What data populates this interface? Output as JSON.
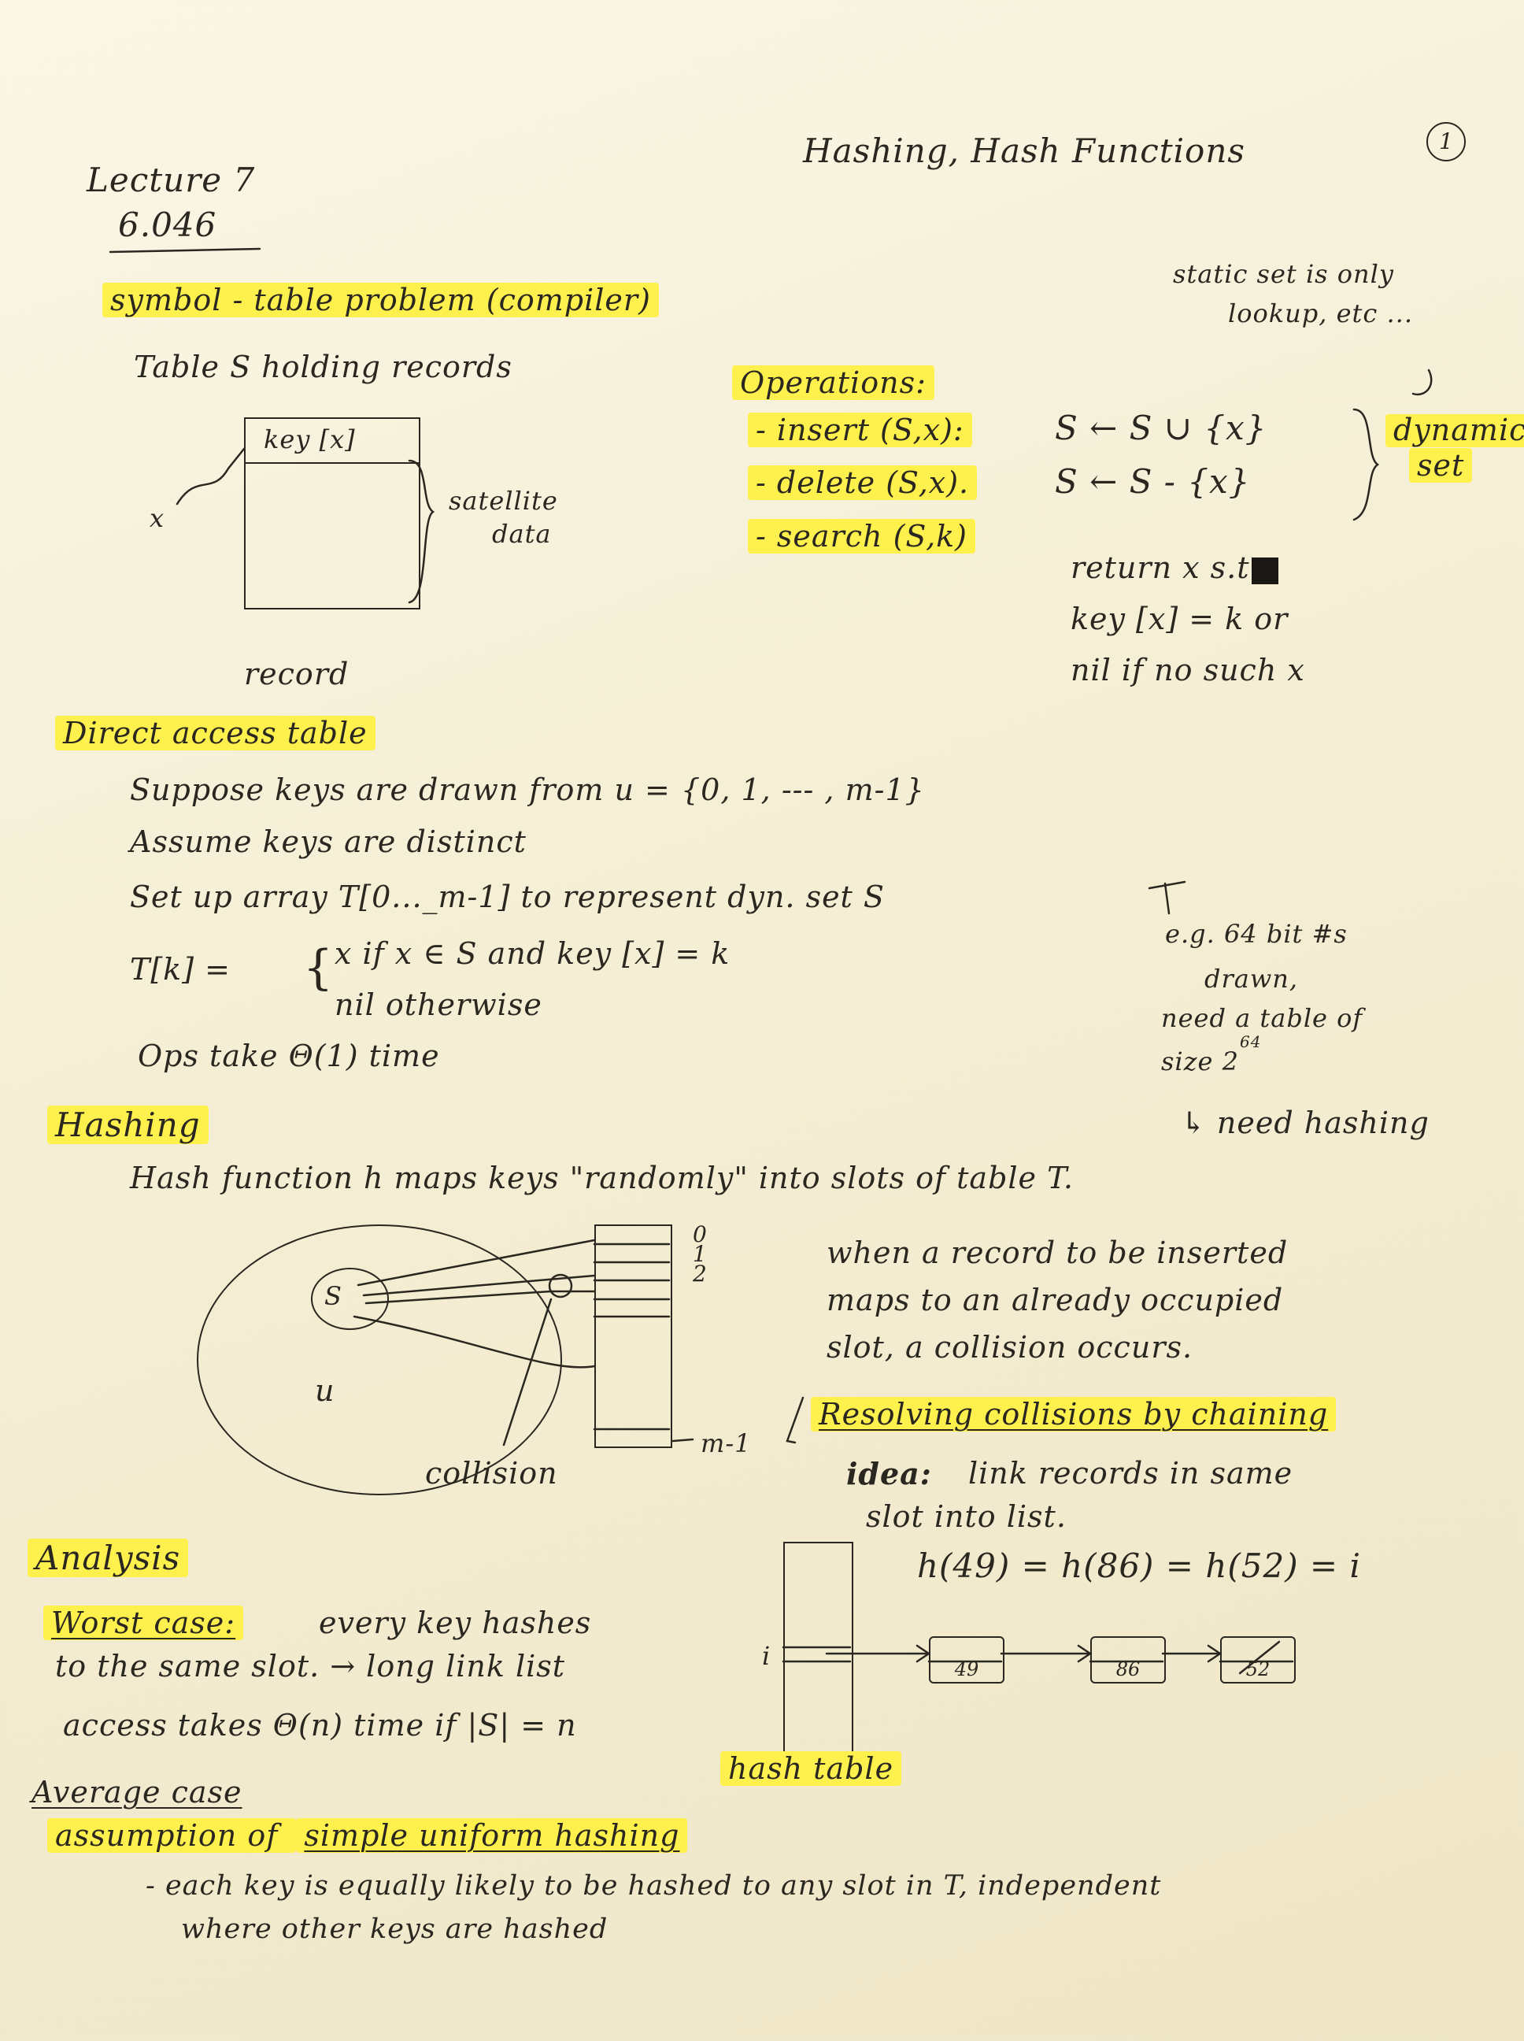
{
  "header": {
    "lecture": "Lecture 7",
    "course": "6.046",
    "title": "Hashing, Hash Functions",
    "page_number": "1"
  },
  "symbol_table": {
    "heading": "symbol - table problem (compiler)",
    "table_line": "Table S holding records",
    "record_key": "key [x]",
    "x_label": "x",
    "satellite": [
      "satellite",
      "data"
    ],
    "record_label": "record",
    "static_note": [
      "static set is only",
      "lookup, etc ..."
    ],
    "operations_title": "Operations:",
    "ops": [
      {
        "name": "- insert (S,x):",
        "effect": "S ← S ∪ {x}"
      },
      {
        "name": "- delete (S,x).",
        "effect": "S ← S - {x}"
      },
      {
        "name": "- search (S,k)",
        "effect": ""
      }
    ],
    "dynamic_set": [
      "dynamic",
      "set"
    ],
    "search_return": [
      "return x s.t.",
      "key [x] = k or",
      "nil if no such x"
    ]
  },
  "direct_access": {
    "heading": "Direct access table",
    "lines": [
      "Suppose keys are drawn from u = {0, 1, --- , m-1}",
      "Assume keys are distinct",
      "Set up array T[0..._m-1] to represent dyn. set S"
    ],
    "tk": "T[k] =",
    "case1": "x if x ∈ S and key [x] = k",
    "case2": "nil otherwise",
    "ops_time": "Ops take Θ(1) time",
    "side_note": [
      "e.g. 64 bit #s",
      "drawn,",
      "need a table of",
      "size 2",
      "64"
    ],
    "need_hashing": "↳ need hashing"
  },
  "hashing": {
    "heading": "Hashing",
    "line": "Hash function h maps keys \"randomly\" into slots of table T.",
    "universe_label": "u",
    "set_label": "S",
    "slot_top": [
      "0",
      "1",
      "2"
    ],
    "slot_bottom": "m-1",
    "collision_label": "collision",
    "collision_text": [
      "when a record to be inserted",
      "maps to an already occupied",
      "slot, a collision occurs."
    ]
  },
  "chaining": {
    "heading": "Resolving collisions by chaining",
    "idea_label": "idea:",
    "idea": [
      "link records in same",
      "slot into list."
    ],
    "equation": "h(49) = h(86) = h(52) = i",
    "slot_label": "i",
    "nodes": [
      "49",
      "86",
      "52"
    ],
    "table_label": "hash table"
  },
  "analysis": {
    "heading": "Analysis",
    "worst_label": "Worst case:",
    "worst": [
      "every key hashes",
      "to the same slot. → long link list",
      "access takes Θ(n) time if |S| = n"
    ],
    "average_heading": "Average case",
    "assumption_pre": "assumption of ",
    "assumption_hl": "simple uniform hashing",
    "each_key": "- each key is equally likely to be hashed to any slot in T, independent",
    "where": "where other keys are hashed"
  }
}
